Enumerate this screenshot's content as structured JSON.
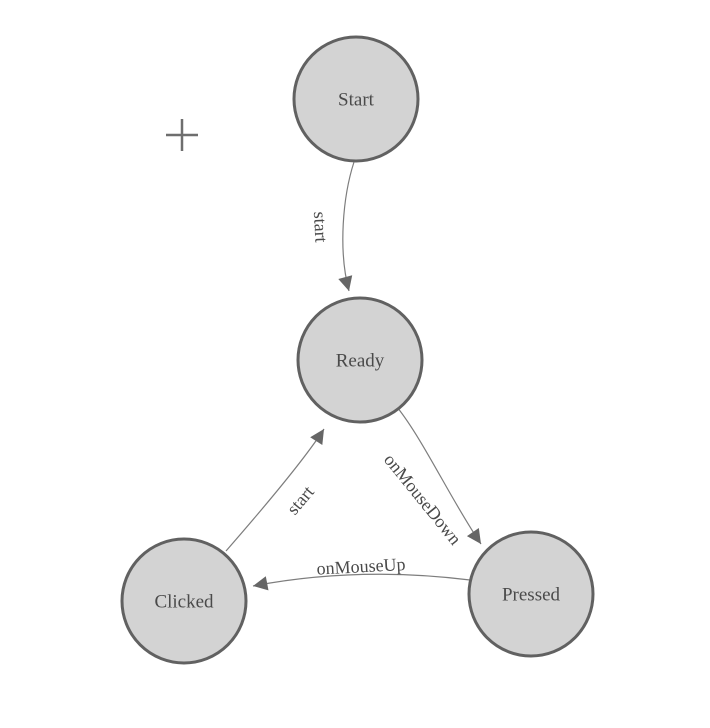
{
  "colors": {
    "background": "#ffffff",
    "node_fill": "#d3d3d3",
    "node_stroke": "#616161",
    "edge_line": "#7d7d7d",
    "arrowhead_fill": "#666666",
    "label_text": "#4a4a4a",
    "crosshair": "#6e6e6e"
  },
  "icons": {
    "crosshair": "plus-crosshair-icon",
    "arrowhead": "triangle-arrowhead-icon"
  },
  "nodes": [
    {
      "label": "Start"
    },
    {
      "label": "Ready"
    },
    {
      "label": "Clicked"
    },
    {
      "label": "Pressed"
    }
  ],
  "edges": [
    {
      "from": "Start",
      "to": "Ready",
      "label": "start"
    },
    {
      "from": "Ready",
      "to": "Pressed",
      "label": "onMouseDown"
    },
    {
      "from": "Pressed",
      "to": "Clicked",
      "label": "onMouseUp"
    },
    {
      "from": "Clicked",
      "to": "Ready",
      "label": "start"
    }
  ]
}
